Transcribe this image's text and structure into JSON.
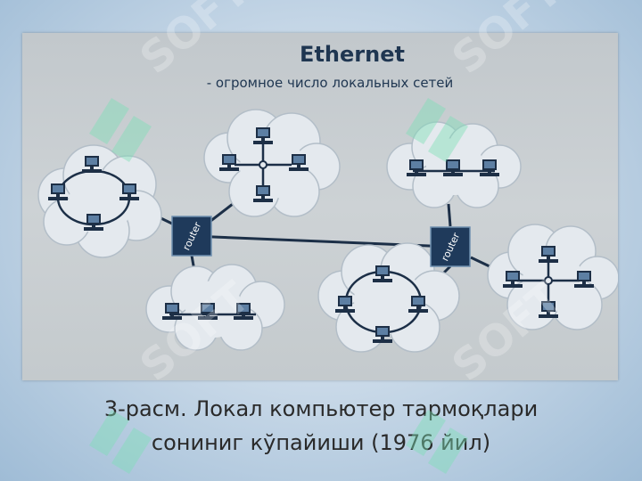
{
  "diagram": {
    "title": "Ethernet",
    "subtitle": "- огромное число локальных сетей",
    "router_label": "router"
  },
  "caption": {
    "line1": "3-расм. Локал компьютер тармоқлари",
    "line2": "сониниг кўпайиши (1976 йил)"
  },
  "watermark": {
    "text": "SOFT"
  },
  "colors": {
    "cloud": "#e4e9ee",
    "router": "#1f3a5b",
    "wire": "#1c2f47",
    "accent": "#7de0b8"
  }
}
